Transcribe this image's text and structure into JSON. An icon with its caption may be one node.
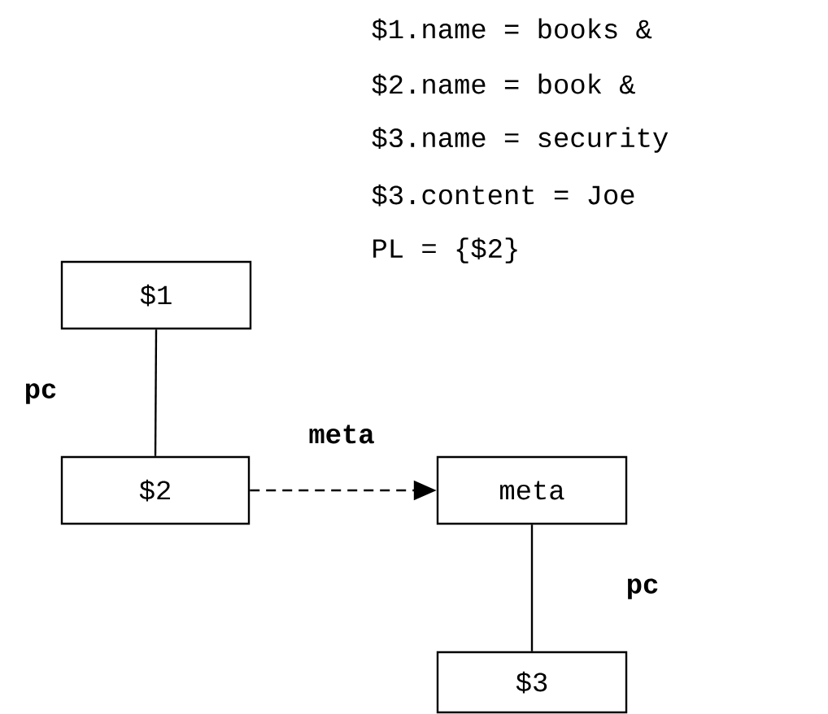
{
  "diagram": {
    "nodes": [
      {
        "text": [
          "$1"
        ]
      },
      {
        "text": [
          "$2"
        ]
      },
      {
        "text": [
          "meta"
        ]
      },
      {
        "text": [
          "$3"
        ]
      }
    ],
    "edges": [
      {
        "from": 0,
        "to": 1,
        "arrow": "none",
        "label": "pc"
      },
      {
        "from": 1,
        "to": 2,
        "arrow": "to",
        "label": "meta",
        "style": "dashed"
      },
      {
        "from": 2,
        "to": 3,
        "arrow": "none",
        "label": "pc"
      }
    ],
    "labels": [
      "$1.name = books &",
      "$2.name = book &",
      "$3.name = security",
      "$3.content = Joe",
      "PL = {$2}"
    ]
  }
}
